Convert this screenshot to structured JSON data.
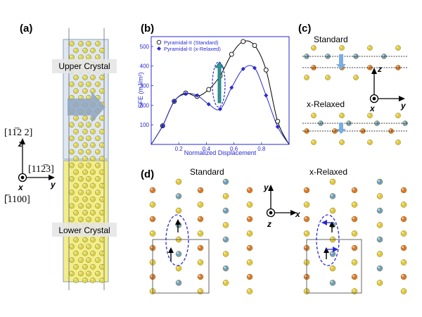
{
  "panels": {
    "a": {
      "label": "(a)",
      "upper_crystal": "Upper Crystal",
      "lower_crystal": "Lower Crystal",
      "dir_z": "[11̅2 2]",
      "dir_y": "[112̅3]",
      "dir_x": "[̅1100]",
      "axis_z": "z",
      "axis_y": "y",
      "axis_x": "x"
    },
    "b": {
      "label": "(b)"
    },
    "c": {
      "label": "(c)",
      "standard": "Standard",
      "x_relaxed": "x-Relaxed",
      "axis_z": "z",
      "axis_y": "y",
      "axis_x": "x"
    },
    "d": {
      "label": "(d)",
      "standard": "Standard",
      "x_relaxed": "x-Relaxed",
      "axis_y": "y",
      "axis_x": "x",
      "axis_z": "z"
    }
  },
  "colors": {
    "atom_yellow": "#e2c93a",
    "atom_orange": "#d9792e",
    "atom_blue": "#6f9fc0",
    "chart_blue": "#2a2ad0",
    "arrow_blue": "#7aaee0",
    "crystal_upper": "#dfe7f0",
    "crystal_lower": "#f3ee8a"
  },
  "chart_data": {
    "type": "line",
    "xlabel": "Normalized Displacement",
    "ylabel": "SFE (mJ/m²)",
    "xlim": [
      0,
      1
    ],
    "ylim": [
      0,
      550
    ],
    "xticks": [
      "0.2",
      "0.4",
      "0.6",
      "0.8"
    ],
    "xtick_values": [
      0.2,
      0.4,
      0.6,
      0.8
    ],
    "yticks": [
      "100",
      "200",
      "300",
      "400",
      "500"
    ],
    "ytick_values": [
      100,
      200,
      300,
      400,
      500
    ],
    "grid": false,
    "legend_position": "top-left",
    "series": [
      {
        "name": "Pyramidal-II (Standard)",
        "marker": "open-circle",
        "color": "#000000",
        "x": [
          0.0,
          0.083,
          0.167,
          0.25,
          0.333,
          0.417,
          0.5,
          0.583,
          0.667,
          0.75,
          0.833,
          0.917,
          1.0
        ],
        "y": [
          0,
          95,
          220,
          262,
          245,
          280,
          350,
          460,
          525,
          505,
          380,
          118,
          0
        ]
      },
      {
        "name": "Pyramidal-II (x-Relaxed)",
        "marker": "filled-diamond",
        "color": "#2a2ad0",
        "x": [
          0.0,
          0.083,
          0.167,
          0.25,
          0.333,
          0.417,
          0.5,
          0.583,
          0.667,
          0.75,
          0.833,
          0.917,
          1.0
        ],
        "y": [
          0,
          95,
          220,
          258,
          250,
          205,
          180,
          290,
          385,
          390,
          250,
          90,
          0
        ]
      }
    ]
  }
}
